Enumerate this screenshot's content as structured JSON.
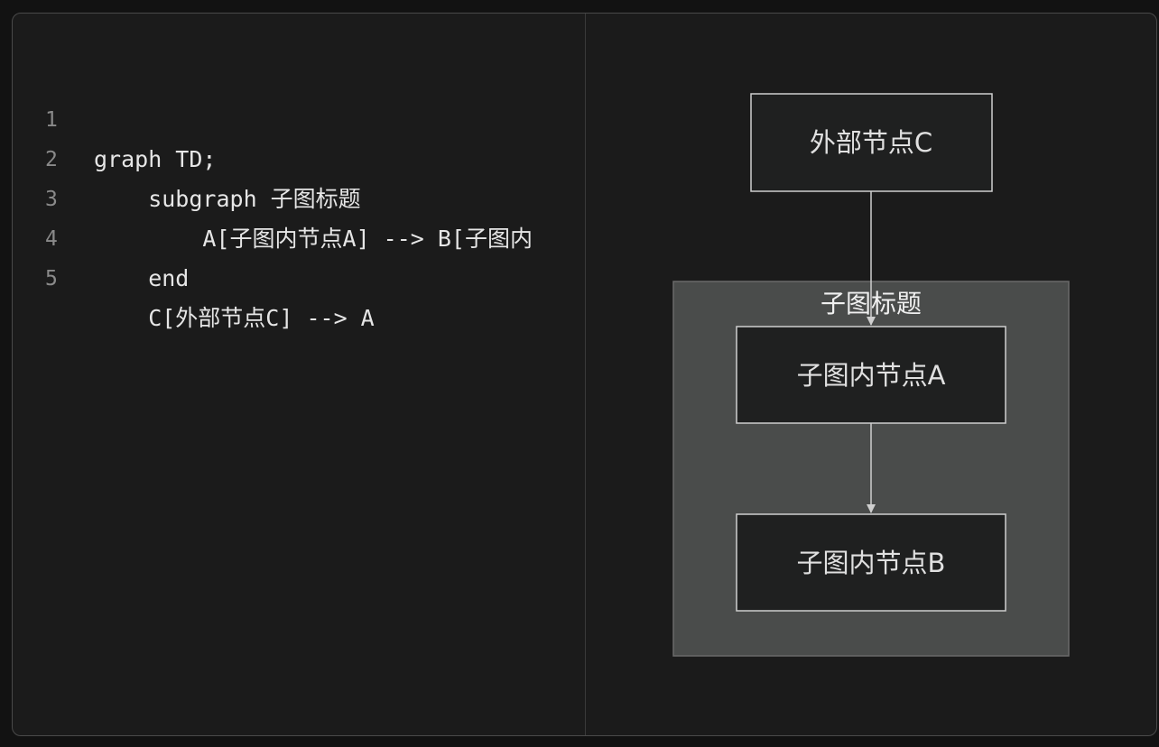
{
  "code_lines": [
    {
      "no": "1",
      "text": "graph TD;"
    },
    {
      "no": "2",
      "text": "    subgraph 子图标题"
    },
    {
      "no": "3",
      "text": "        A[子图内节点A] --> B[子图内"
    },
    {
      "no": "4",
      "text": "    end"
    },
    {
      "no": "5",
      "text": "    C[外部节点C] --> A"
    }
  ],
  "diagram": {
    "subgraph_title": "子图标题",
    "node_c": "外部节点C",
    "node_a": "子图内节点A",
    "node_b": "子图内节点B"
  },
  "colors": {
    "panel_bg": "#1b1b1b",
    "node_fill": "#1f2020",
    "node_border": "#cfcfcf",
    "subgraph_fill": "#4a4c4b",
    "subgraph_border": "#6a6a6a",
    "edge": "#cfcfcf",
    "text": "#e6e6e6"
  }
}
